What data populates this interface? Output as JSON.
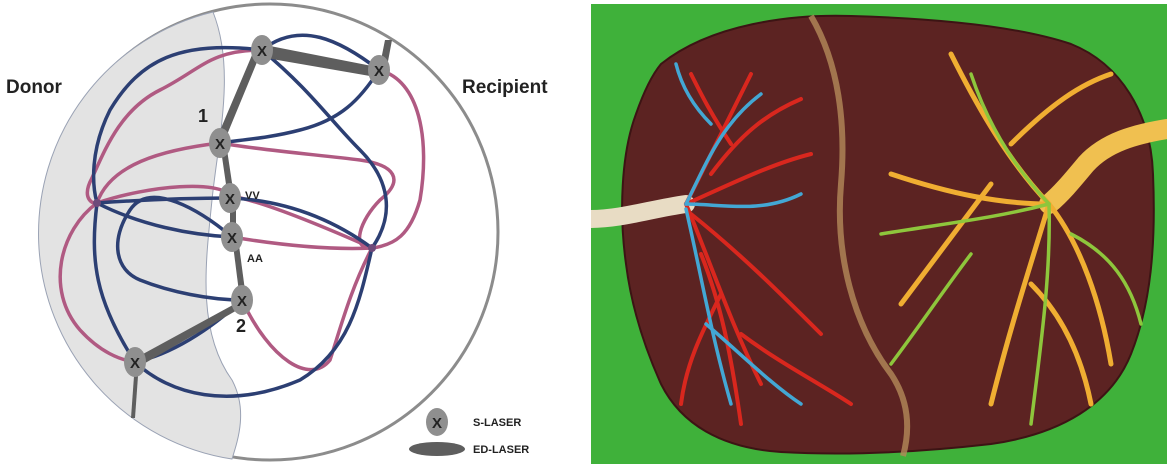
{
  "diagram": {
    "side_labels": {
      "left": "Donor",
      "right": "Recipient"
    },
    "anastomosis_labels": {
      "first": "1",
      "second": "2",
      "vv": "VV",
      "aa": "AA"
    },
    "markers": {
      "ablation_x": "X"
    },
    "legend": {
      "s_laser": "S-LASER",
      "ed_laser": "ED-LASER"
    },
    "colors": {
      "donor_territory": "#e3e3e3",
      "artery_line": "#b05a82",
      "vein_line": "#2c3f73",
      "laser_marker": "#8f8f8f",
      "coagulation_band": "#5e5e5e",
      "rim": "#8c8c8c"
    }
  },
  "photo": {
    "subject": "injected monochorionic placenta specimen",
    "colors": {
      "background": "#3fb13a",
      "donor_arteries": "#d9271e",
      "donor_veins": "#43a7d4",
      "recipient_arteries": "#f0ae32",
      "recipient_veins": "#8ec63c",
      "parenchyma": "#5c2322"
    }
  }
}
